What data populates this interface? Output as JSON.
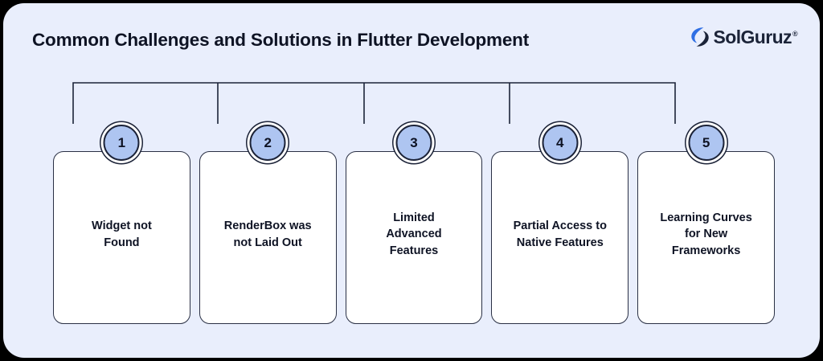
{
  "header": {
    "title": "Common Challenges and Solutions in Flutter Development",
    "brand_name": "SolGuruz",
    "brand_reg": "®",
    "brand_icon": "solguruz-swirl-icon"
  },
  "colors": {
    "frame": "#000000",
    "panel_bg": "#e9eefc",
    "card_bg": "#ffffff",
    "card_border": "#2a3044",
    "badge_fill": "#aec5f1",
    "badge_border": "#1c2338",
    "text": "#0e1324",
    "brand_blue": "#2f6fe4",
    "connector": "#1c2338"
  },
  "diagram": {
    "type": "horizontal-bracket-tree",
    "connector_label": "top-bracket-connector",
    "items": [
      {
        "number": "1",
        "label": "Widget not\nFound"
      },
      {
        "number": "2",
        "label": "RenderBox was\nnot Laid Out"
      },
      {
        "number": "3",
        "label": "Limited\nAdvanced\nFeatures"
      },
      {
        "number": "4",
        "label": "Partial Access to\nNative Features"
      },
      {
        "number": "5",
        "label": "Learning Curves\nfor New\nFrameworks"
      }
    ]
  }
}
